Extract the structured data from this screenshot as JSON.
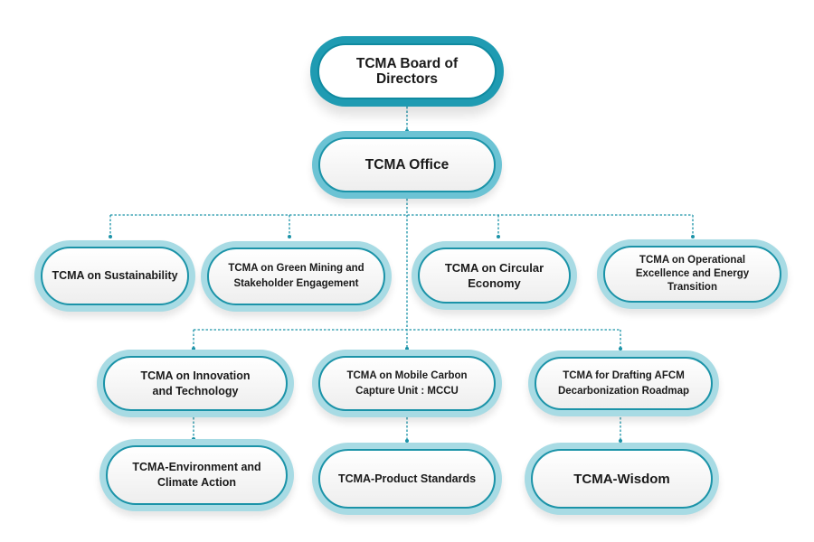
{
  "diagram": {
    "title": "TCMA Organization Chart",
    "colors": {
      "connector": "#1b93a8",
      "node_ring": "#a8dbe4",
      "node_border": "#1b93a8",
      "top_ring": "#1f9bb2",
      "office_ring": "#6cc3d4"
    },
    "root": {
      "label": "TCMA Board of Directors"
    },
    "office": {
      "label": "TCMA Office"
    },
    "committees_row1": [
      {
        "label": "TCMA on Sustainability"
      },
      {
        "label": "TCMA on Green Mining and Stakeholder Engagement"
      },
      {
        "label": "TCMA on Circular Economy"
      },
      {
        "label": "TCMA on Operational Excellence and Energy Transition"
      }
    ],
    "committees_row2": [
      {
        "label": "TCMA on Innovation and Technology"
      },
      {
        "label": "TCMA on Mobile Carbon Capture Unit : MCCU"
      },
      {
        "label": "TCMA for Drafting AFCM Decarbonization Roadmap"
      }
    ],
    "sub_units": [
      {
        "label": "TCMA-Environment and Climate Action",
        "parent": "TCMA on Innovation and Technology"
      },
      {
        "label": "TCMA-Product Standards",
        "parent": "TCMA on Mobile Carbon Capture Unit : MCCU"
      },
      {
        "label": "TCMA-Wisdom",
        "parent": "TCMA for Drafting AFCM Decarbonization Roadmap"
      }
    ]
  }
}
